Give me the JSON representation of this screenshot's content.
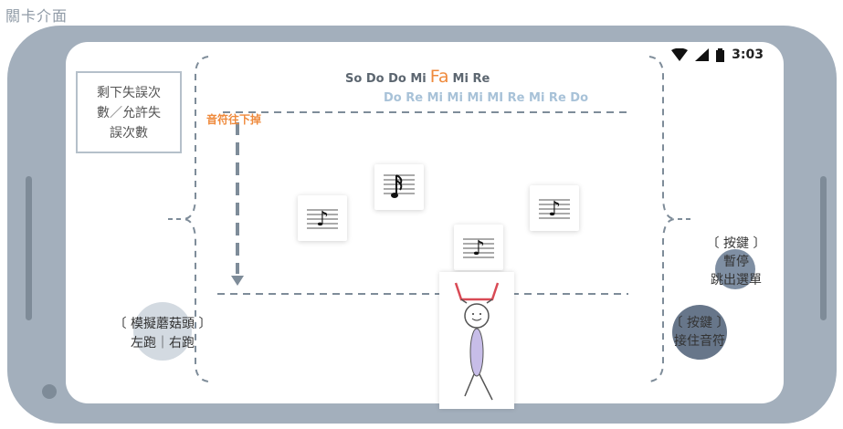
{
  "page": {
    "title": "關卡介面"
  },
  "status_bar": {
    "time": "3:03",
    "icons": [
      "wifi-icon",
      "signal-icon",
      "battery-icon"
    ]
  },
  "hud": {
    "mistakes_label": [
      "剩下失誤次",
      "數／允許失",
      "誤次數"
    ]
  },
  "melody": {
    "line1_before": "So Do Do Mi",
    "line1_highlight": "Fa",
    "line1_after": "Mi Re",
    "line2": "Do Re Mi Mi Mi MI Re Mi Re Do"
  },
  "falling_label": "音符往下掉",
  "notes": [
    {
      "name": "eighth-note-icon",
      "symbol": "♪"
    },
    {
      "name": "sixteenth-note-icon",
      "symbol": "𝅘𝅥𝅯"
    },
    {
      "name": "eighth-note-icon",
      "symbol": "♪"
    },
    {
      "name": "eighth-note-icon",
      "symbol": "♪"
    }
  ],
  "controls": {
    "mushroom_caption": "〔 模擬蘑菇頭 〕",
    "mushroom_action": "左跑｜右跑",
    "pause_caption": "〔 按鍵 〕",
    "pause_action_1": "暫停",
    "pause_action_2": "跳出選單",
    "catch_caption": "〔 按鍵 〕",
    "catch_action": "接住音符"
  },
  "colors": {
    "phone_body": "#a3afbc",
    "accent_orange": "#ef8a3c",
    "note_light_blue": "#a8c2d8",
    "dashed_line": "#7e8c99"
  }
}
